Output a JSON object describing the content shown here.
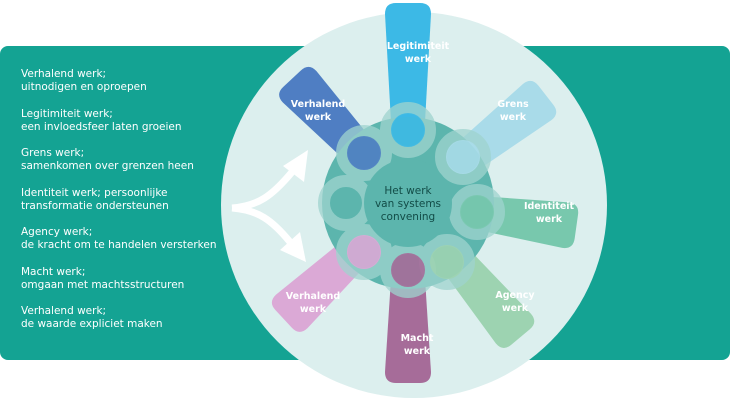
{
  "list": [
    {
      "line1": "Verhalend werk;",
      "line2": "uitnodigen en oproepen"
    },
    {
      "line1": "Legitimiteit werk;",
      "line2": "een invloedsfeer laten groeien"
    },
    {
      "line1": "Grens werk;",
      "line2": "samenkomen over grenzen heen"
    },
    {
      "line1": "Identiteit werk; persoonlijke",
      "line2": "transformatie ondersteunen"
    },
    {
      "line1": "Agency werk;",
      "line2": "de kracht om te handelen versterken"
    },
    {
      "line1": "Macht werk;",
      "line2": "omgaan met machtsstructuren"
    },
    {
      "line1": "Verhalend werk;",
      "line2": "de waarde expliciet maken"
    }
  ],
  "center": {
    "line1": "Het werk",
    "line2": "van systems",
    "line3": "convening"
  },
  "figures": [
    {
      "id": "legitimiteit",
      "line1": "Legitimiteit",
      "line2": "werk",
      "color": "#3cb9e6"
    },
    {
      "id": "grens",
      "line1": "Grens",
      "line2": "werk",
      "color": "#a9dbe9"
    },
    {
      "id": "identiteit",
      "line1": "Identiteit",
      "line2": "werk",
      "color": "#78c8ad"
    },
    {
      "id": "agency",
      "line1": "Agency",
      "line2": "werk",
      "color": "#9dd3b1"
    },
    {
      "id": "macht",
      "line1": "Macht",
      "line2": "werk",
      "color": "#a66c99"
    },
    {
      "id": "verhalend-bottom",
      "line1": "Verhalend",
      "line2": "werk",
      "color": "#dba9d6"
    },
    {
      "id": "verhalend-top",
      "line1": "Verhalend",
      "line2": "werk",
      "color": "#4f7ec3"
    }
  ],
  "colors": {
    "band": "#14a393",
    "disc": "#dcefee",
    "hub": "#5cb5ad"
  }
}
